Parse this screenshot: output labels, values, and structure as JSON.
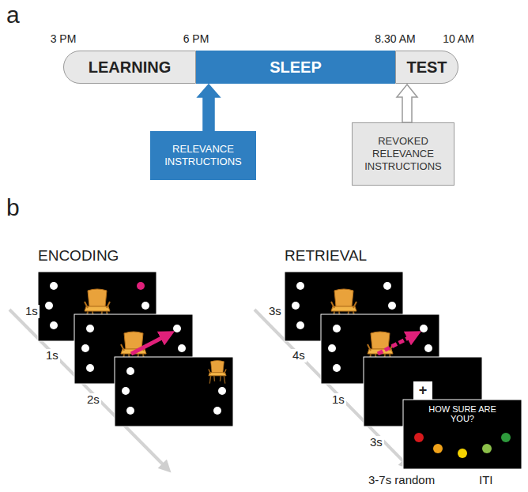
{
  "diagram": {
    "nodes": [
      {
        "text": [
          "LEARNING"
        ]
      },
      {
        "text": [
          "SLEEP"
        ]
      },
      {
        "text": [
          "TEST"
        ]
      },
      {
        "text": [
          "RELEVANCE INSTRUCTIONS"
        ]
      },
      {
        "text": [
          "REVOKED RELEVANCE INSTRUCTIONS"
        ]
      }
    ],
    "edges": [
      {
        "from": 3,
        "to": 1,
        "arrow": "to"
      },
      {
        "from": 4,
        "to": 2,
        "arrow": "to"
      }
    ],
    "labels": [
      "a",
      "3 PM",
      "6 PM",
      "8.30 AM",
      "10 AM",
      "b",
      "ENCODING",
      "RETRIEVAL",
      "1s",
      "1s",
      "2s",
      "3s",
      "4s",
      "1s",
      "3s",
      "3-7s random",
      "ITI",
      "+",
      "HOW SURE ARE YOU?"
    ]
  }
}
